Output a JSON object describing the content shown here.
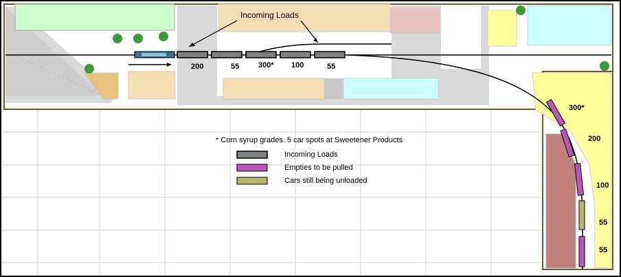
{
  "annotation": {
    "incoming": "Incoming Loads"
  },
  "legend": {
    "note": "* Corn syrup grades.  5 car spots at Sweetener Products",
    "items": [
      {
        "label": "Incoming Loads",
        "fill": "#7f7f7f"
      },
      {
        "label": "Empties to be pulled",
        "fill": "#b55bb7"
      },
      {
        "label": "Cars still being unloaded",
        "fill": "#b7b56e"
      }
    ]
  },
  "incoming_cars": [
    "200",
    "55",
    "300*",
    "100",
    "55"
  ],
  "spots": [
    "300*",
    "200",
    "100",
    "55",
    "55"
  ],
  "colors": {
    "incoming": "#7f7f7f",
    "empty": "#b55bb7",
    "unloading": "#b7b56e",
    "locomotive": "#3b6f8e",
    "yard": "#d9d9d9",
    "industry": "#ffff99",
    "tan": "#f5deb3",
    "cyan": "#ccffff",
    "pink": "#d7b0b0",
    "green": "#ccffcc",
    "brick": "#c08080"
  }
}
